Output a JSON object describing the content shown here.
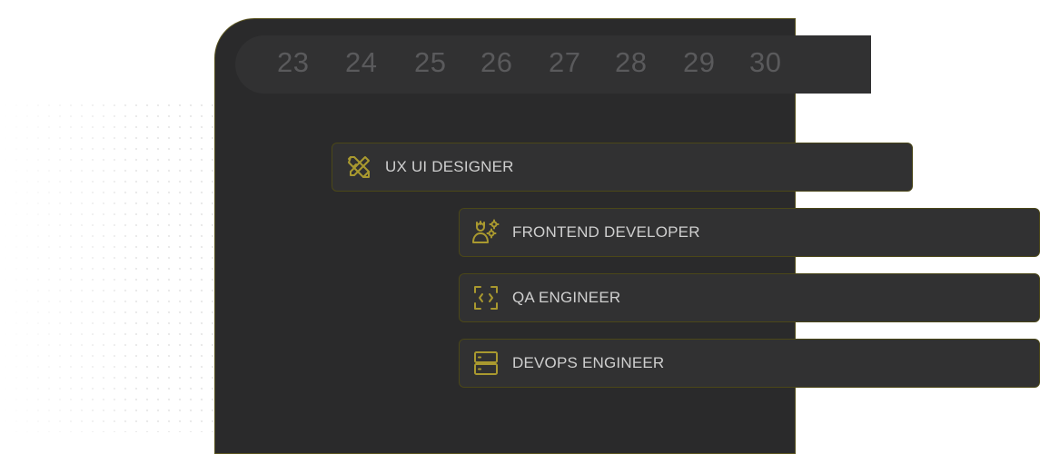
{
  "timeline": {
    "days": [
      "23",
      "24",
      "25",
      "26",
      "27",
      "28",
      "29",
      "30"
    ]
  },
  "tasks": [
    {
      "label": "UX UI DESIGNER",
      "icon": "design-tools-icon"
    },
    {
      "label": "FRONTEND DEVELOPER",
      "icon": "developer-gear-icon"
    },
    {
      "label": "QA ENGINEER",
      "icon": "code-scan-icon"
    },
    {
      "label": "DEVOPS ENGINEER",
      "icon": "server-icon"
    }
  ],
  "colors": {
    "accent": "#a9992f",
    "panel": "#2a2a2b",
    "bar": "#313132"
  }
}
